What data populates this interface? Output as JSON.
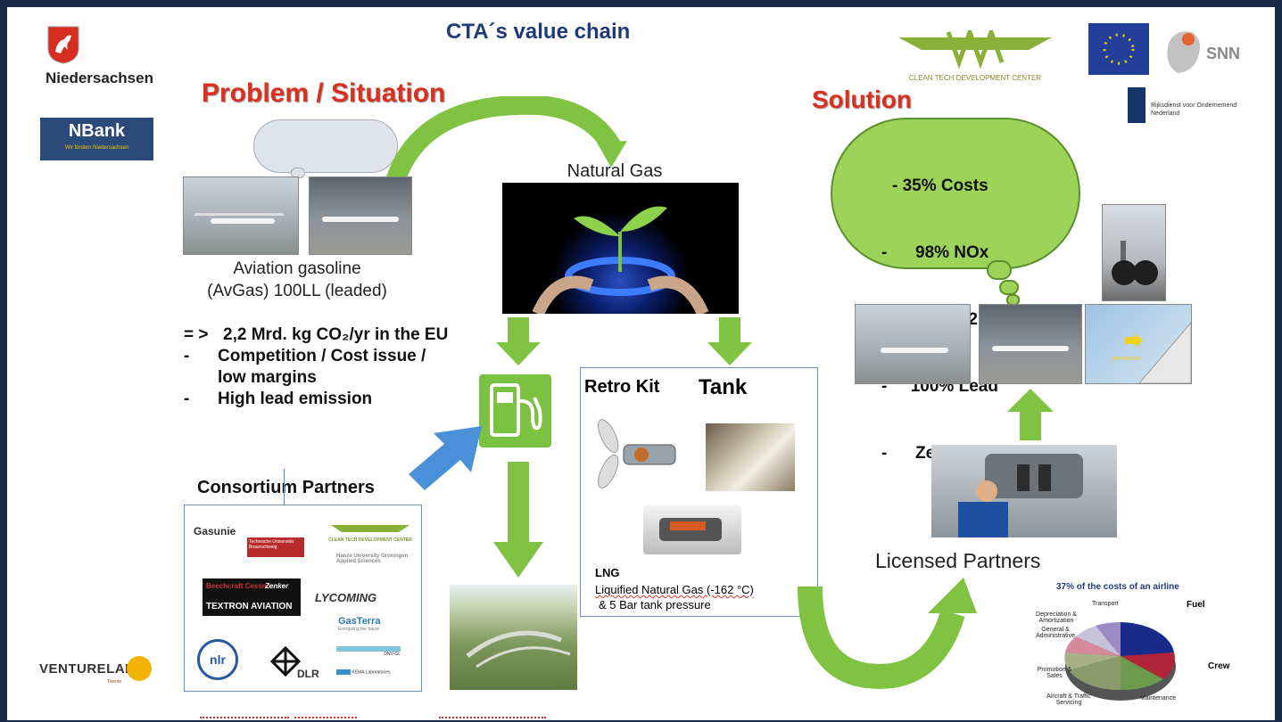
{
  "title": "CTA´s value chain",
  "logos": {
    "niedersachsen": "Niedersachsen",
    "nbank": "NBank",
    "nbank_tagline": "Wir fördern Niedersachsen",
    "ctdc": "CLEAN TECH DEVELOPMENT CENTER",
    "snn": "SNN",
    "rvo": "Rijksdienst voor Ondernemend Nederland",
    "venturelab": "VENTURELAB",
    "venturelab_sub": "Twente"
  },
  "problem": {
    "heading": "Problem / Situation",
    "caption_line1": "Aviation gasoline",
    "caption_line2": "(AvGas) 100LL (leaded)",
    "bullets": [
      {
        "marker": "= >",
        "text": "2,2 Mrd. kg CO₂/yr in the EU"
      },
      {
        "marker": "-",
        "text": "Competition / Cost issue /"
      },
      {
        "marker": "",
        "text": "low margins"
      },
      {
        "marker": "-",
        "text": "High lead emission"
      }
    ]
  },
  "natural_gas": {
    "label": "Natural Gas"
  },
  "retro": {
    "retro_kit": "Retro Kit",
    "tank": "Tank",
    "lng_title": "LNG",
    "lng_line1": "Liquified Natural Gas (-162 °C)",
    "lng_line2": "& 5 Bar tank pressure"
  },
  "consortium": {
    "heading": "Consortium Partners",
    "partners": [
      "Gasunie",
      "Technische Universität Braunschweig",
      "CLEAN TECH DEVELOPMENT CENTER",
      "Hanze University Groningen Applied Sciences",
      "Beechcraft Cessna",
      "Zenker",
      "TEXTRON AVIATION",
      "LYCOMING",
      "GasTerra",
      "Energizing the future",
      "nlr",
      "DLR",
      "DNV-GL",
      "KEMA Laboratories"
    ]
  },
  "solution": {
    "heading": "Solution",
    "items": [
      "- 35% Costs",
      "-      98% NOx",
      "- 25% CO2",
      "-     100% Lead",
      "-      Zero Sox"
    ],
    "apu_label": "APU OUTLET"
  },
  "licensed": {
    "label": "Licensed Partners"
  },
  "pie": {
    "title": "37% of the costs of an airline",
    "labels": [
      "Transport",
      "Depreciation & Amortization",
      "General & Administrative",
      "Promotion & Sales",
      "Aircraft & Traffic Servicing",
      "Maintenance",
      "Fuel",
      "Crew"
    ]
  },
  "colors": {
    "title_blue": "#1f3a7a",
    "heading_red": "#d9301f",
    "arrow_green": "#80c342",
    "arrow_blue": "#4a90d9",
    "slide_border": "#1b2b45"
  }
}
